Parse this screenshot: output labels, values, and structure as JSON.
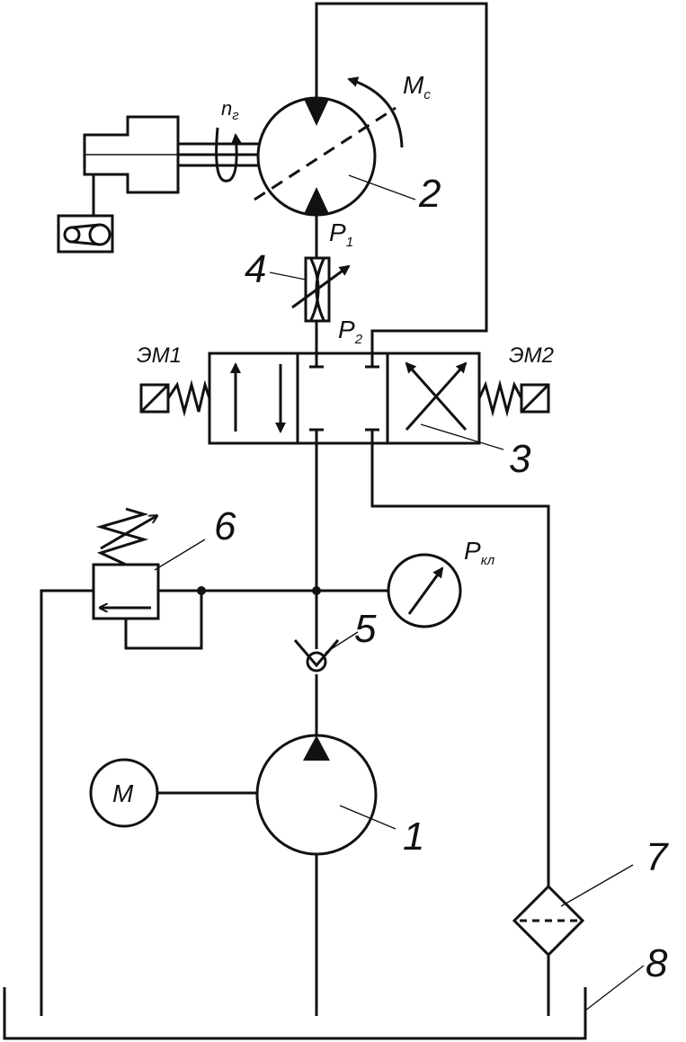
{
  "labels": {
    "pump": "1",
    "motor": "2",
    "valve": "3",
    "throttle": "4",
    "check_valve": "5",
    "relief_valve": "6",
    "filter": "7",
    "tank": "8",
    "electric_motor": "M",
    "torque": "M",
    "torque_sub": "c",
    "speed": "n",
    "speed_sub": "г",
    "p1": "P",
    "p1_sub": "1",
    "p2": "P",
    "p2_sub": "2",
    "pkl": "P",
    "pkl_sub": "кл",
    "em1": "ЭМ1",
    "em2": "ЭМ2"
  }
}
